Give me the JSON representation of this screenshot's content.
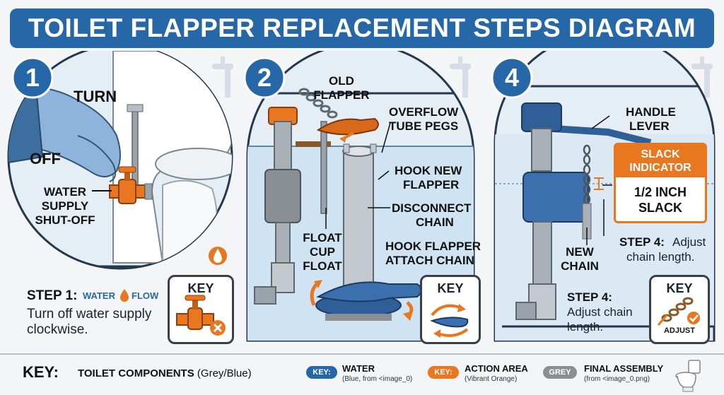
{
  "title": "TOILET FLAPPER REPLACEMENT STEPS DIAGRAM",
  "panel1": {
    "number": "1",
    "turn": "TURN",
    "off": "OFF",
    "valve_label": [
      "WATER",
      "SUPPLY",
      "SHUT-OFF"
    ],
    "step_label": "STEP 1:",
    "water": "WATER",
    "flow": "FLOW",
    "desc": [
      "Turn off water supply",
      "clockwise."
    ],
    "key_title": "KEY"
  },
  "panel2": {
    "number": "2",
    "old_flapper": [
      "OLD",
      "FLAPPER"
    ],
    "overflow": [
      "OVERFLOW",
      "TUBE PEGS"
    ],
    "hook_new": [
      "HOOK NEW",
      "FLAPPER"
    ],
    "disconnect": [
      "DISCONNECT",
      "CHAIN"
    ],
    "float": [
      "FLOAT",
      "CUP",
      "FLOAT"
    ],
    "hook_attach": [
      "HOOK FLAPPER",
      "ATTACH CHAIN"
    ],
    "key_title": "KEY"
  },
  "panel4": {
    "number": "4",
    "handle": [
      "HANDLE",
      "LEVER"
    ],
    "slack_title": [
      "SLACK",
      "INDICATOR"
    ],
    "slack_value": [
      "1/2 INCH",
      "SLACK"
    ],
    "step_right": {
      "label": "STEP 4:",
      "text": [
        "Adjust",
        "chain length."
      ]
    },
    "new_chain": [
      "NEW",
      "CHAIN"
    ],
    "step_left": {
      "label": "STEP 4:",
      "text": [
        "Adjust chain",
        "length."
      ]
    },
    "key_title": "KEY",
    "key_sub": "ADJUST"
  },
  "legend": {
    "key": "KEY:",
    "components": "TOILET COMPONENTS",
    "components_sub": "(Grey/Blue)",
    "pill1": "KEY:",
    "water": "WATER",
    "water_sub": "(Blue, from <image_0)",
    "pill2": "KEY:",
    "action": "ACTION AREA",
    "action_sub": "(Vibrant Orange)",
    "pill3": "GREY",
    "final": "FINAL ASSEMBLY",
    "final_sub": "(from <image_0.png)"
  },
  "colors": {
    "blue": "#2667a8",
    "orange": "#e8771f",
    "grey": "#8b8f94",
    "water": "#cfe3f2"
  }
}
